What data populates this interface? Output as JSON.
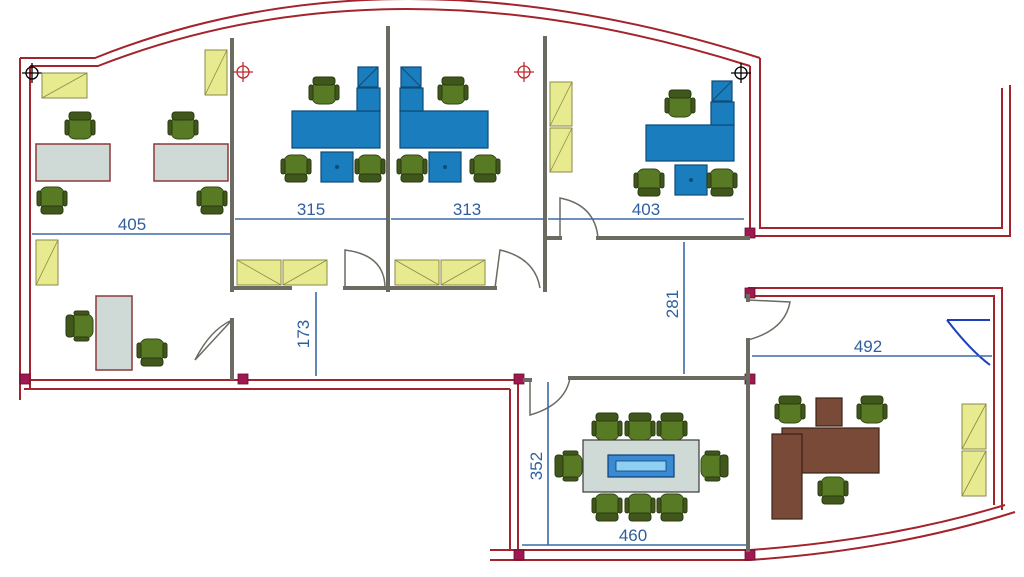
{
  "plan": {
    "dimensions": {
      "office_a_width": "405",
      "office_b_width": "315",
      "office_c_width": "313",
      "office_d_width": "403",
      "corridor_gap": "173",
      "hall_depth": "281",
      "director_width": "492",
      "meeting_depth": "352",
      "meeting_width": "460"
    }
  },
  "colors": {
    "outer_wall": "#a3242c",
    "inner_wall": "#6b6b62",
    "dimension": "#2f5f9e",
    "desk_blue": "#1a7dbd",
    "desk_brown": "#7a4a38",
    "chair": "#587a25",
    "cabinet": "#e7ea8e"
  }
}
